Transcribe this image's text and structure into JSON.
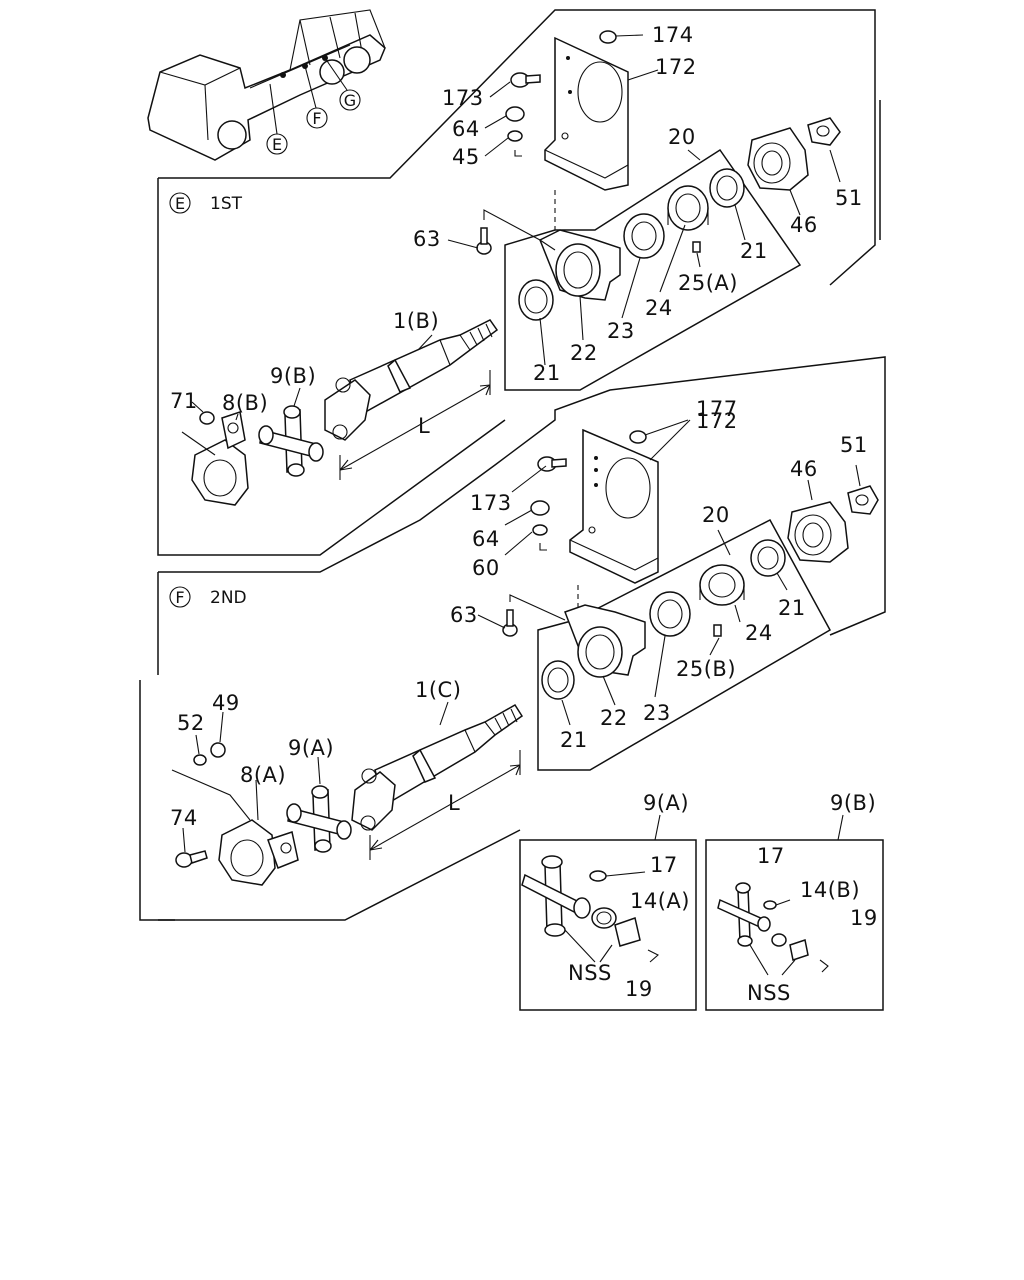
{
  "callouts": {
    "E": "E",
    "F": "F",
    "G": "G"
  },
  "sections": {
    "first": "1ST",
    "second": "2ND"
  },
  "labels": {
    "l174": "174",
    "l172a": "172",
    "l173a": "173",
    "l64a": "64",
    "l45": "45",
    "l20a": "20",
    "l51a": "51",
    "l46a": "46",
    "l21a": "21",
    "l63a": "63",
    "l25a": "25(A)",
    "l24a": "24",
    "l23a": "23",
    "l22a": "22",
    "l21b": "21",
    "l1b": "1(B)",
    "l71": "71",
    "l9b": "9(B)",
    "l8b": "8(B)",
    "lLa": "L",
    "l177": "177",
    "l172b": "172",
    "l173b": "173",
    "l64b": "64",
    "l60": "60",
    "l51b": "51",
    "l46b": "46",
    "l20b": "20",
    "l21c": "21",
    "l63b": "63",
    "l24b": "24",
    "l25b": "25(B)",
    "l23b": "23",
    "l22b": "22",
    "l21d": "21",
    "l1c": "1(C)",
    "l49": "49",
    "l52": "52",
    "l9a": "9(A)",
    "l8a": "8(A)",
    "lLb": "L",
    "l74": "74",
    "k9a": "9(A)",
    "k17a": "17",
    "k14a": "14(A)",
    "kNSSa": "NSS",
    "k19a": "19",
    "k9b": "9(B)",
    "k17b": "17",
    "k14b": "14(B)",
    "k19b": "19",
    "kNSSb": "NSS"
  }
}
